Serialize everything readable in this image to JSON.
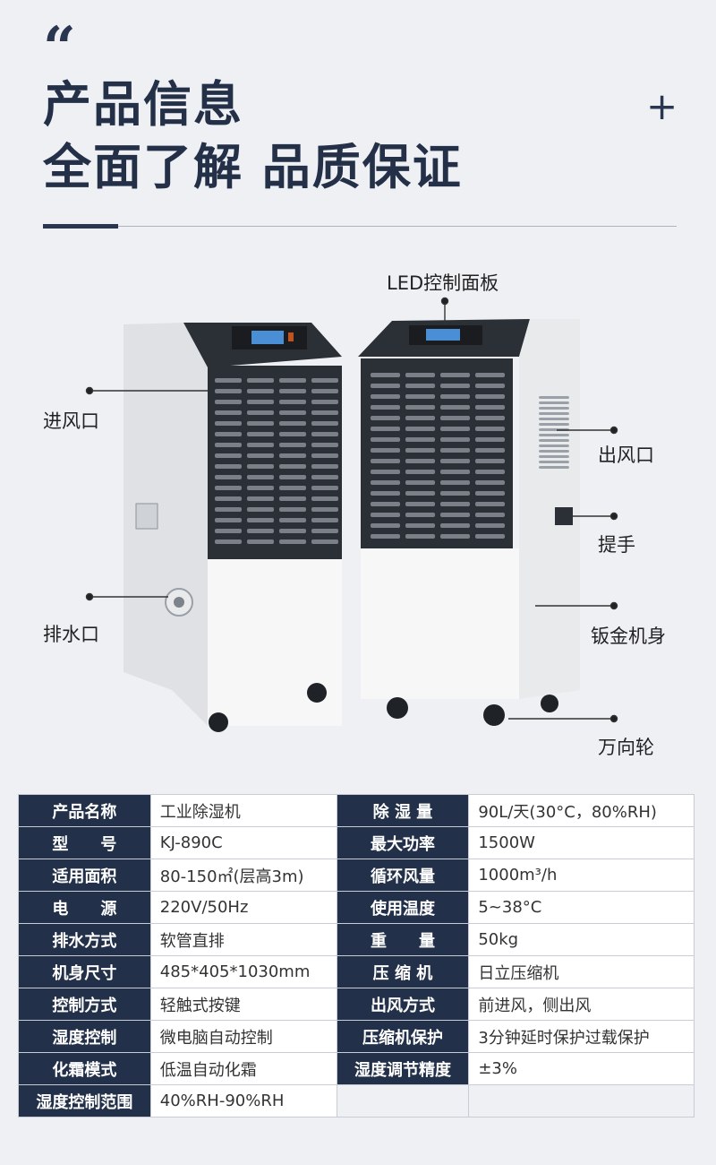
{
  "header": {
    "quote_mark": "“",
    "title_line1": "产品信息",
    "title_line2": "全面了解 品质保证",
    "plus_symbol": "+"
  },
  "callouts": {
    "led_panel": "LED控制面板",
    "air_inlet": "进风口",
    "drain": "排水口",
    "air_outlet": "出风口",
    "handle": "提手",
    "body": "钣金机身",
    "wheels": "万向轮"
  },
  "specs": {
    "rows": [
      {
        "k1": "产品名称",
        "v1": "工业除湿机",
        "k2": "除 湿 量",
        "v2": "90L/天(30°C，80%RH)"
      },
      {
        "k1": "型　　号",
        "v1": "KJ-890C",
        "k2": "最大功率",
        "v2": "1500W"
      },
      {
        "k1": "适用面积",
        "v1": "80-150㎡(层高3m)",
        "k2": "循环风量",
        "v2": "1000m³/h"
      },
      {
        "k1": "电　　源",
        "v1": "220V/50Hz",
        "k2": "使用温度",
        "v2": "5~38°C"
      },
      {
        "k1": "排水方式",
        "v1": "软管直排",
        "k2": "重　　量",
        "v2": "50kg"
      },
      {
        "k1": "机身尺寸",
        "v1": "485*405*1030mm",
        "k2": "压 缩 机",
        "v2": "日立压缩机"
      },
      {
        "k1": "控制方式",
        "v1": "轻触式按键",
        "k2": "出风方式",
        "v2": "前进风，侧出风"
      },
      {
        "k1": "湿度控制",
        "v1": "微电脑自动控制",
        "k2": "压缩机保护",
        "v2": "3分钟延时保护过载保护"
      },
      {
        "k1": "化霜模式",
        "v1": "低温自动化霜",
        "k2": "湿度调节精度",
        "v2": "±3%"
      },
      {
        "k1": "湿度控制范围",
        "v1": "40%RH-90%RH"
      }
    ]
  }
}
